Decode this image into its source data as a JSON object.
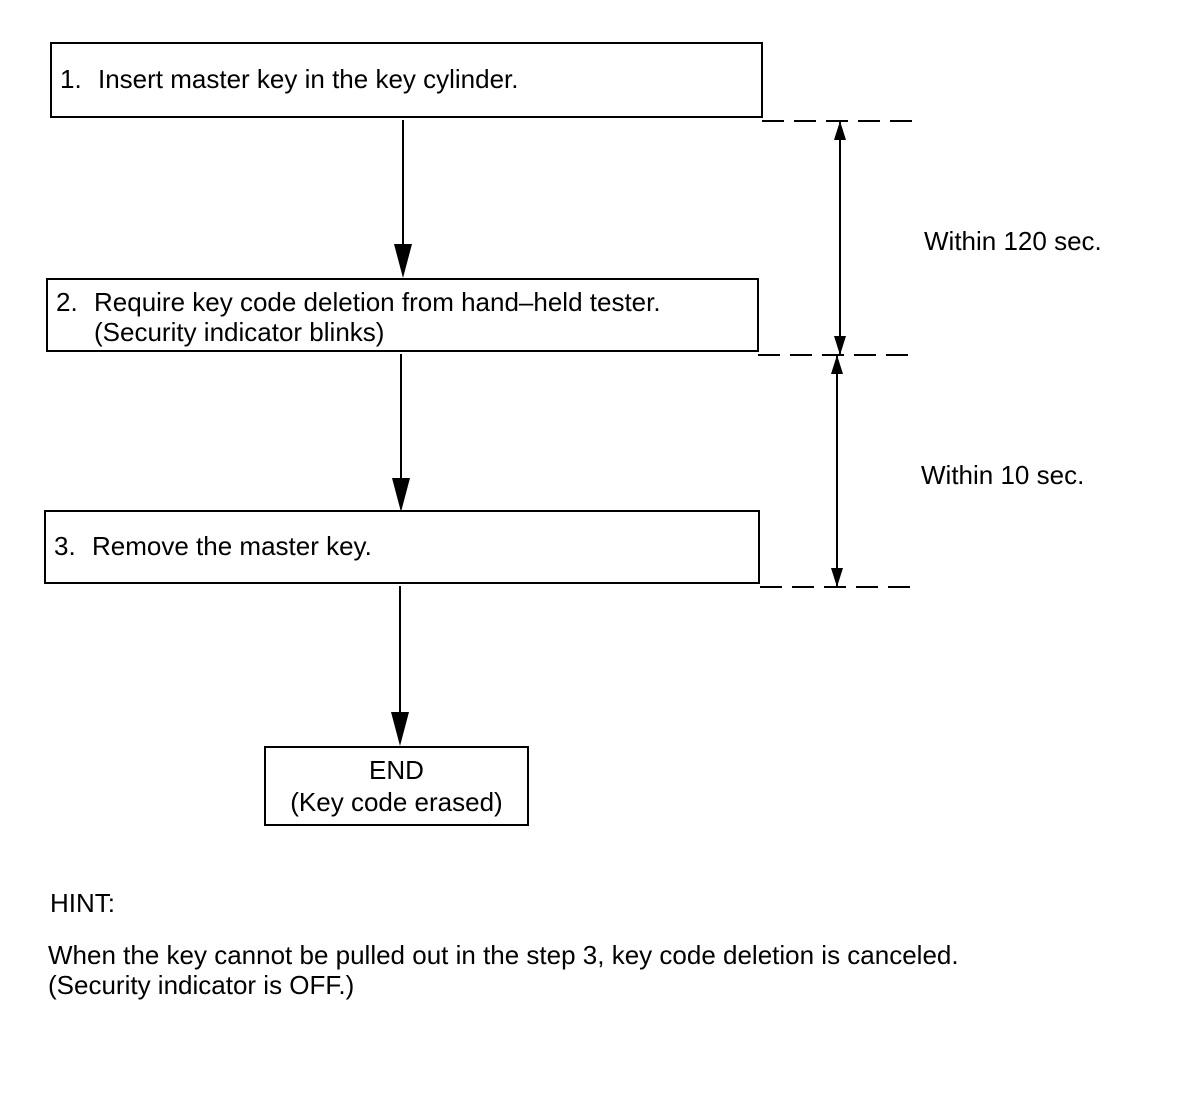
{
  "steps": [
    {
      "number": "1.",
      "line1": "Insert master key in the key cylinder.",
      "line2": ""
    },
    {
      "number": "2.",
      "line1": "Require key code deletion from hand–held tester.",
      "line2": "(Security indicator blinks)"
    },
    {
      "number": "3.",
      "line1": "Remove the master key.",
      "line2": ""
    }
  ],
  "end": {
    "title": "END",
    "subtitle": "(Key code erased)"
  },
  "timings": [
    {
      "label": "Within 120 sec."
    },
    {
      "label": "Within 10 sec."
    }
  ],
  "hint": {
    "label": "HINT:",
    "line1": "When the key cannot be pulled out in the step 3, key code deletion is canceled.",
    "line2": "(Security indicator is OFF.)"
  },
  "colors": {
    "ink": "#000000",
    "background": "#ffffff"
  }
}
